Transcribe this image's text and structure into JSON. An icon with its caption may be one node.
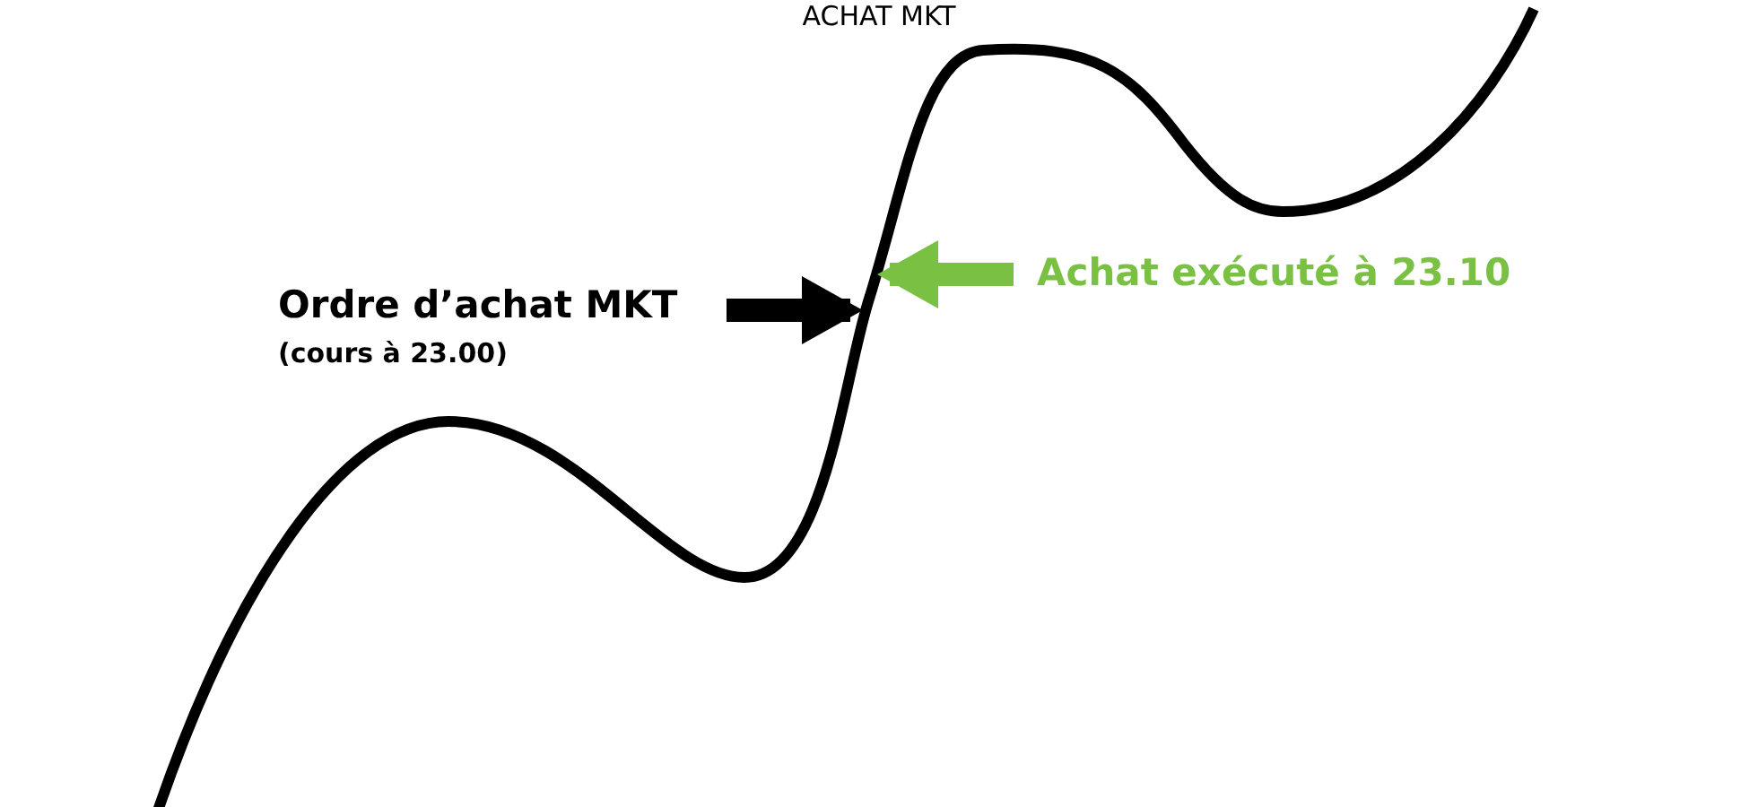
{
  "diagram": {
    "title": "ACHAT MKT",
    "nodes": [
      {
        "text": [
          "Ordre d’achat MKT",
          "(cours à 23.00)"
        ]
      },
      {
        "text": [
          "Achat exécuté à 23.10"
        ]
      }
    ],
    "edges": [
      {
        "from": 0,
        "to": null,
        "arrow": "to"
      },
      {
        "from": 1,
        "to": null,
        "arrow": "to",
        "color": "#7ac143"
      }
    ]
  }
}
